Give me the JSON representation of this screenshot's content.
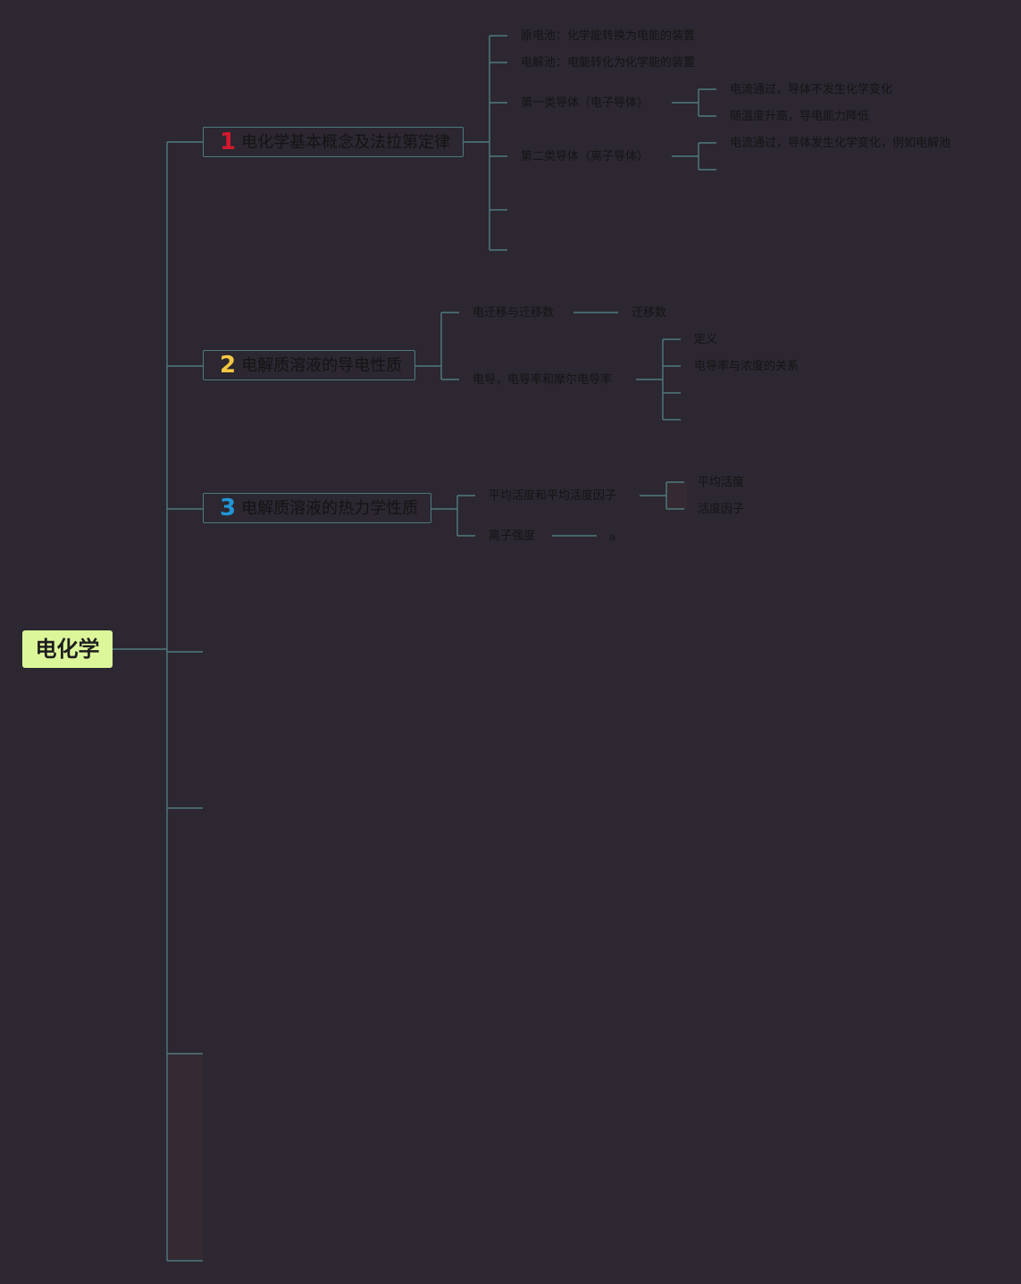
{
  "root": {
    "label": "电化学",
    "color": "#dcf79a"
  },
  "topics": [
    {
      "number": "1",
      "number_color": "#d4192c",
      "label": "电化学基本概念及法拉第定律",
      "children": [
        {
          "label": "原电池：化学能转换为电能的装置"
        },
        {
          "label": "电解池：电能转化为化学能的装置"
        },
        {
          "label": "第一类导体（电子导体）",
          "children": [
            "电流通过，导体不发生化学变化",
            "随温度升高，导电能力降低"
          ]
        },
        {
          "label": "第二类导体（离子导体）",
          "children": [
            "电流通过，导体发生化学变化，例如电解池"
          ]
        }
      ]
    },
    {
      "number": "2",
      "number_color": "#f4c842",
      "label": "电解质溶液的导电性质",
      "children": [
        {
          "label": "电迁移与迁移数",
          "children": [
            "迁移数"
          ]
        },
        {
          "label": "电导，电导率和摩尔电导率",
          "children": [
            "定义",
            "电导率与浓度的关系"
          ]
        }
      ]
    },
    {
      "number": "3",
      "number_color": "#2196d6",
      "label": "电解质溶液的热力学性质",
      "children": [
        {
          "label": "平均活度和平均活度因子",
          "children": [
            "平均活度",
            "活度因子"
          ]
        },
        {
          "label": "离子强度",
          "children": [
            "a"
          ]
        }
      ]
    }
  ],
  "colors": {
    "background": "#2c2731",
    "connector": "#4f7a7d",
    "text": "#151515"
  }
}
